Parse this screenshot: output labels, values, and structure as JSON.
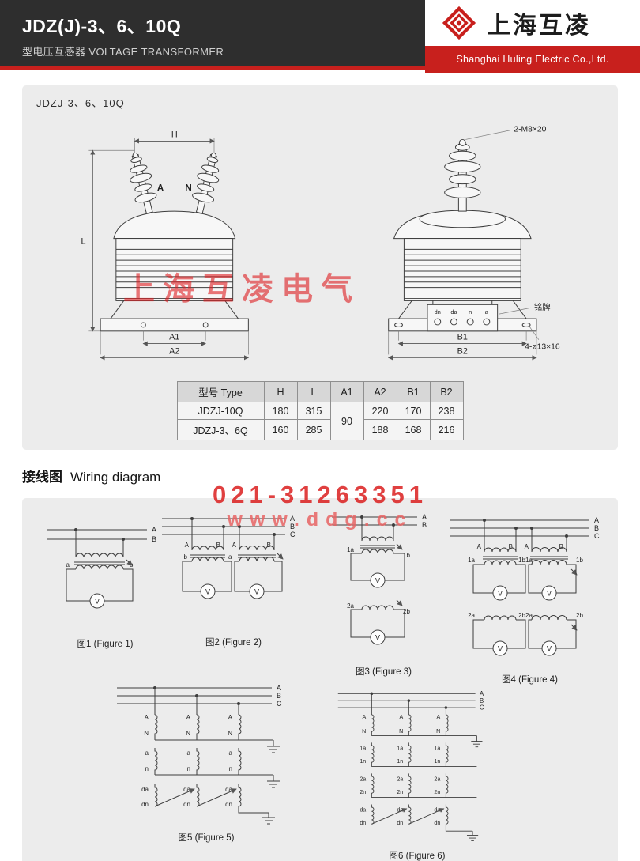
{
  "header": {
    "title": "JDZ(J)-3、6、10Q",
    "subtitle": "型电压互感器 VOLTAGE TRANSFORMER",
    "brand": "上海互凌",
    "company": "Shanghai Huling Electric Co.,Ltd."
  },
  "drawing": {
    "panel_label": "JDZJ-3、6、10Q",
    "watermark": "上海互凌电气",
    "front": {
      "terminal_a": "A",
      "terminal_n": "N",
      "dim_h": "H",
      "dim_l": "L",
      "dim_a1": "A1",
      "dim_a2": "A2"
    },
    "side": {
      "note_bolt": "2-M8×20",
      "note_nameplate": "铭牌",
      "note_holes": "4-ø13×16",
      "terminals": [
        "dn",
        "da",
        "n",
        "a"
      ],
      "dim_b1": "B1",
      "dim_b2": "B2"
    }
  },
  "spec_table": {
    "headers": [
      "型号 Type",
      "H",
      "L",
      "A1",
      "A2",
      "B1",
      "B2"
    ],
    "shared_a1": "90",
    "rows": [
      {
        "type": "JDZJ-10Q",
        "h": "180",
        "l": "315",
        "a2": "220",
        "b1": "170",
        "b2": "238"
      },
      {
        "type": "JDZJ-3、6Q",
        "h": "160",
        "l": "285",
        "a2": "188",
        "b1": "168",
        "b2": "216"
      }
    ]
  },
  "wiring": {
    "title_zh": "接线图",
    "title_en": "Wiring diagram",
    "watermark_phone": "021-31263351",
    "watermark_url": "www.ddg.cc",
    "meter": "V",
    "fig1": {
      "caption": "图1 (Figure 1)",
      "phases": [
        "A",
        "B"
      ],
      "t_a": "a",
      "t_b": "b"
    },
    "fig2": {
      "caption": "图2 (Figure 2)",
      "phases": [
        "A",
        "B",
        "C"
      ],
      "primary": [
        "A",
        "B",
        "A",
        "B"
      ],
      "t_b": "b",
      "t_a": "a"
    },
    "fig3": {
      "caption": "图3 (Figure 3)",
      "phases": [
        "A",
        "B"
      ],
      "s1": [
        "1a",
        "1b"
      ],
      "s2": [
        "2a",
        "2b"
      ]
    },
    "fig4": {
      "caption": "图4 (Figure 4)",
      "phases": [
        "A",
        "B",
        "C"
      ],
      "primary": [
        "A",
        "B",
        "A",
        "B"
      ],
      "s1": [
        "1a",
        "1b1a",
        "1b"
      ],
      "s2": [
        "2a",
        "2b2a",
        "2b"
      ]
    },
    "fig5": {
      "caption": "图5 (Figure 5)",
      "phases": [
        "A",
        "B",
        "C"
      ],
      "w1": [
        "A",
        "N"
      ],
      "w2": [
        "a",
        "n"
      ],
      "w3": [
        "da",
        "dn"
      ]
    },
    "fig6": {
      "caption": "图6 (Figure 6)",
      "phases": [
        "A",
        "B",
        "C"
      ],
      "w1": [
        "A",
        "N"
      ],
      "w2": [
        "1a",
        "1n"
      ],
      "w3": [
        "2a",
        "2n"
      ],
      "w4": [
        "da",
        "dn"
      ]
    }
  }
}
